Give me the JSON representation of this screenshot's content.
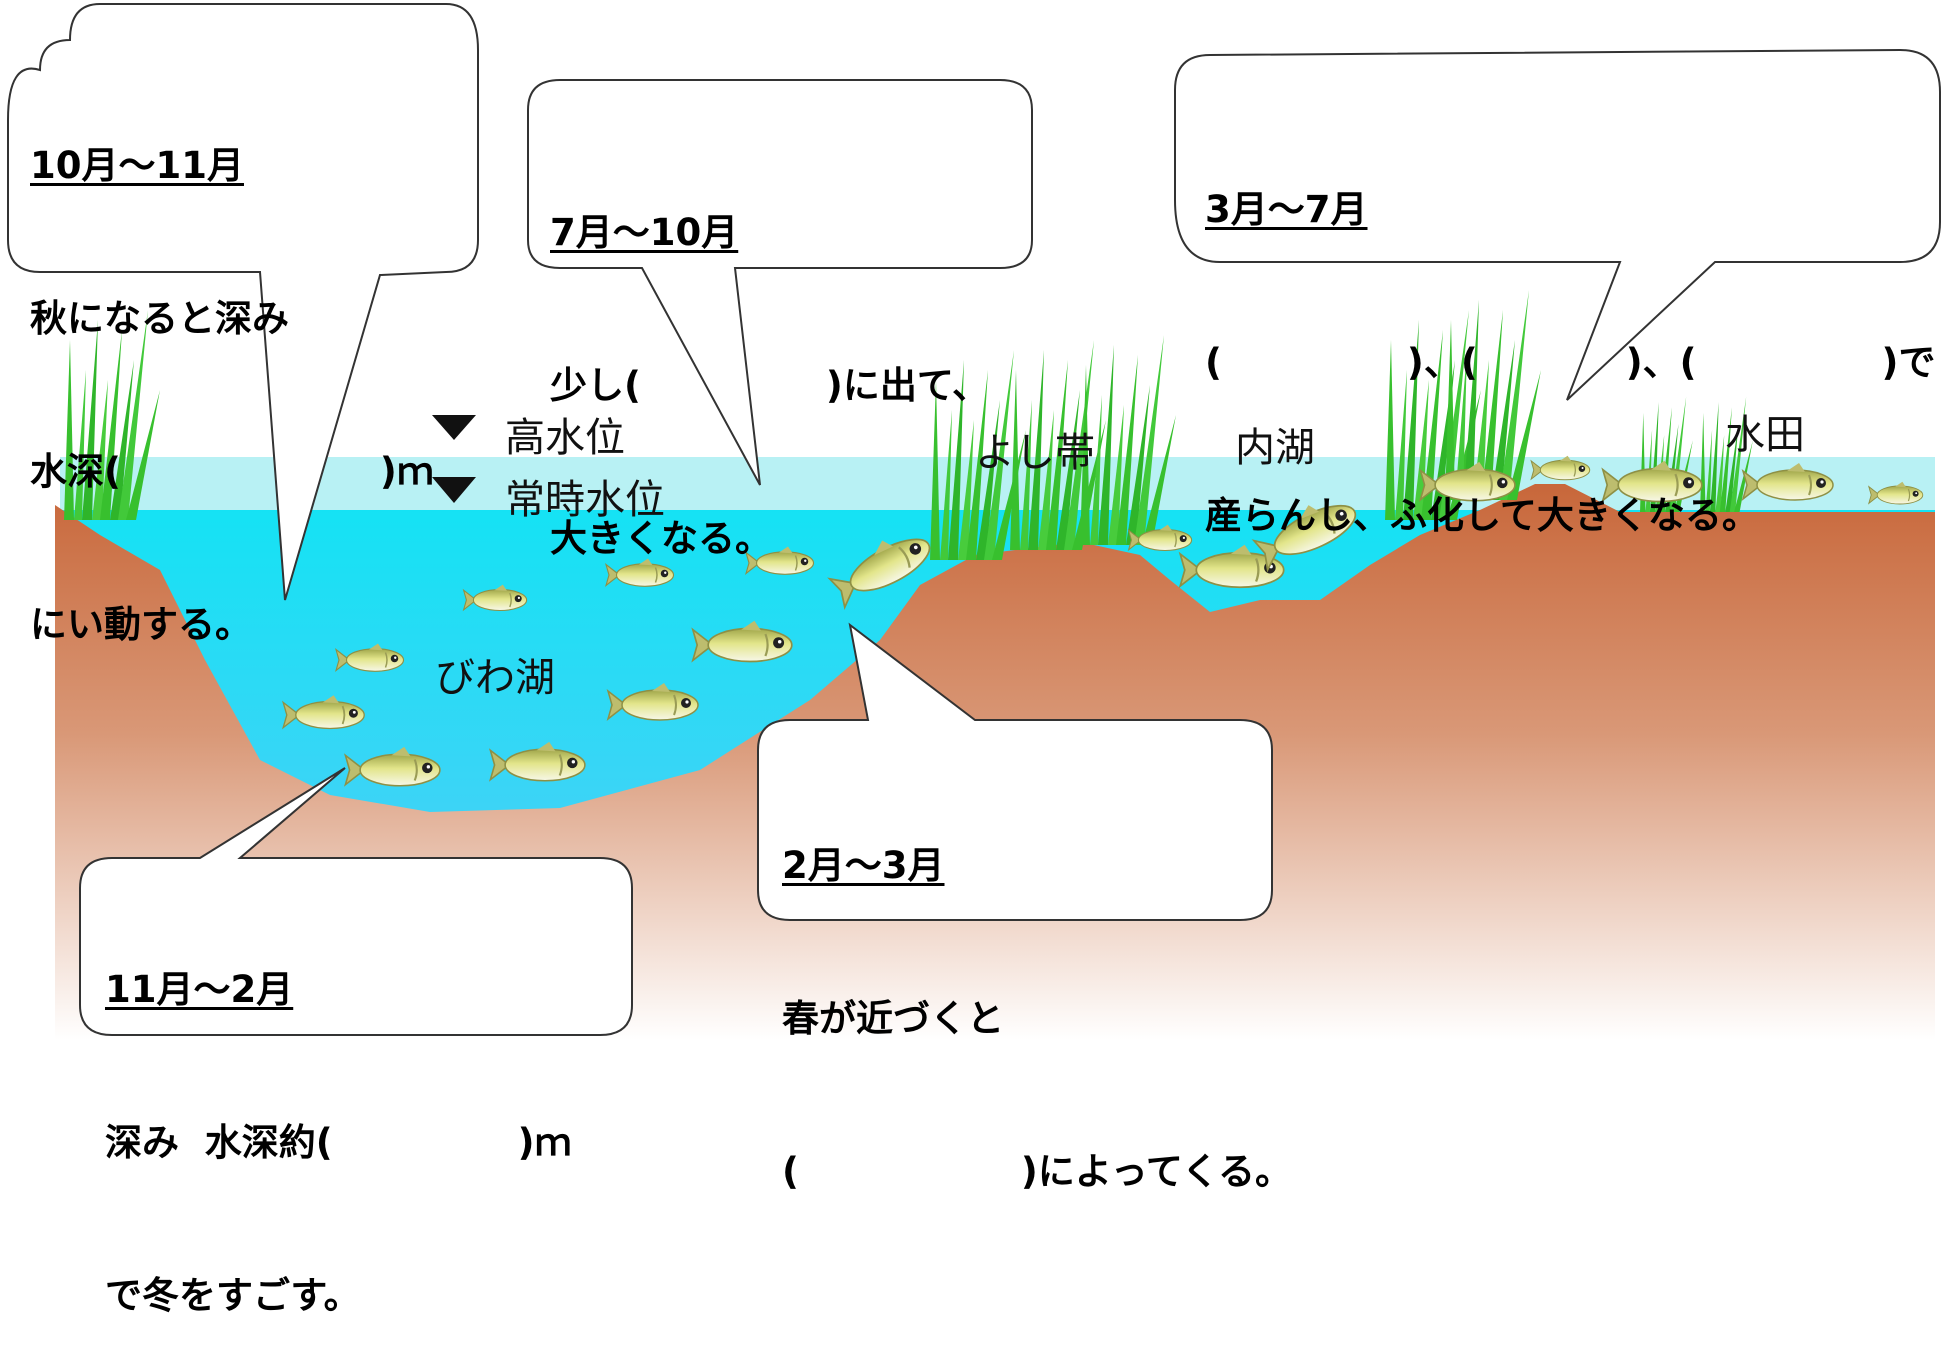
{
  "callouts": {
    "oct_nov": {
      "heading": "10月～11月",
      "lines": [
        "秋になると深み",
        "水深(　　　　　　　)ｍ",
        "にい動する。"
      ]
    },
    "jul_oct": {
      "heading": "7月～10月",
      "lines": [
        "少し(　　　　　)に出て、",
        "大きくなる。"
      ]
    },
    "mar_jul": {
      "heading": "3月～7月",
      "lines": [
        "(　　　　　)、(　　　　)、(　　　　　)で",
        "産らんし、ふ化して大きくなる。"
      ]
    },
    "feb_mar": {
      "heading": "2月～3月",
      "lines": [
        "春が近づくと",
        "(　　　　　　)によってくる。"
      ]
    },
    "nov_feb": {
      "heading": "11月～2月",
      "lines": [
        "深み  水深約(　　　　　)ｍ",
        "で冬をすごす。"
      ]
    }
  },
  "labels": {
    "high_water": "高水位",
    "normal_water": "常時水位",
    "lake_biwa": "びわ湖",
    "reed_zone": "よし帯",
    "inner_lake": "内湖",
    "paddy": "水田"
  },
  "colors": {
    "water": "#1ee3f3",
    "water_high_band": "#b8f1f4",
    "soil": "#c8673a",
    "reed": "#38c02e",
    "fish_body": "#d8dc7a"
  }
}
